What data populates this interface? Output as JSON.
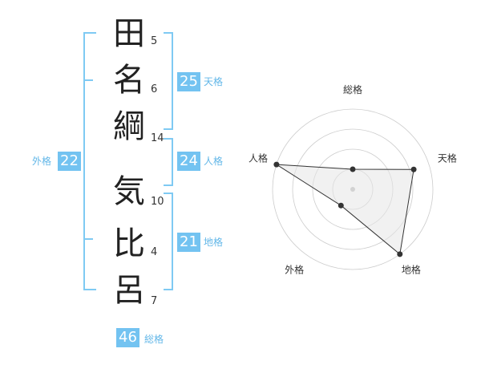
{
  "name": {
    "characters": [
      {
        "char": "田",
        "strokes": "5"
      },
      {
        "char": "名",
        "strokes": "6"
      },
      {
        "char": "綱",
        "strokes": "14"
      },
      {
        "char": "気",
        "strokes": "10"
      },
      {
        "char": "比",
        "strokes": "4"
      },
      {
        "char": "呂",
        "strokes": "7"
      }
    ]
  },
  "fortunes": {
    "tenkaku": {
      "value": "25",
      "label": "天格"
    },
    "jinkaku": {
      "value": "24",
      "label": "人格"
    },
    "chikaku": {
      "value": "21",
      "label": "地格"
    },
    "gaikaku": {
      "value": "22",
      "label": "外格"
    },
    "soukaku": {
      "value": "46",
      "label": "総格"
    }
  },
  "chart_data": {
    "type": "radar",
    "axes": [
      "総格",
      "天格",
      "地格",
      "外格",
      "人格"
    ],
    "values": [
      0.25,
      0.8,
      1.0,
      0.25,
      1.0
    ],
    "rings": 4,
    "colors": {
      "fill": "#e5e5e5",
      "line": "#333333",
      "grid": "#cccccc"
    }
  }
}
